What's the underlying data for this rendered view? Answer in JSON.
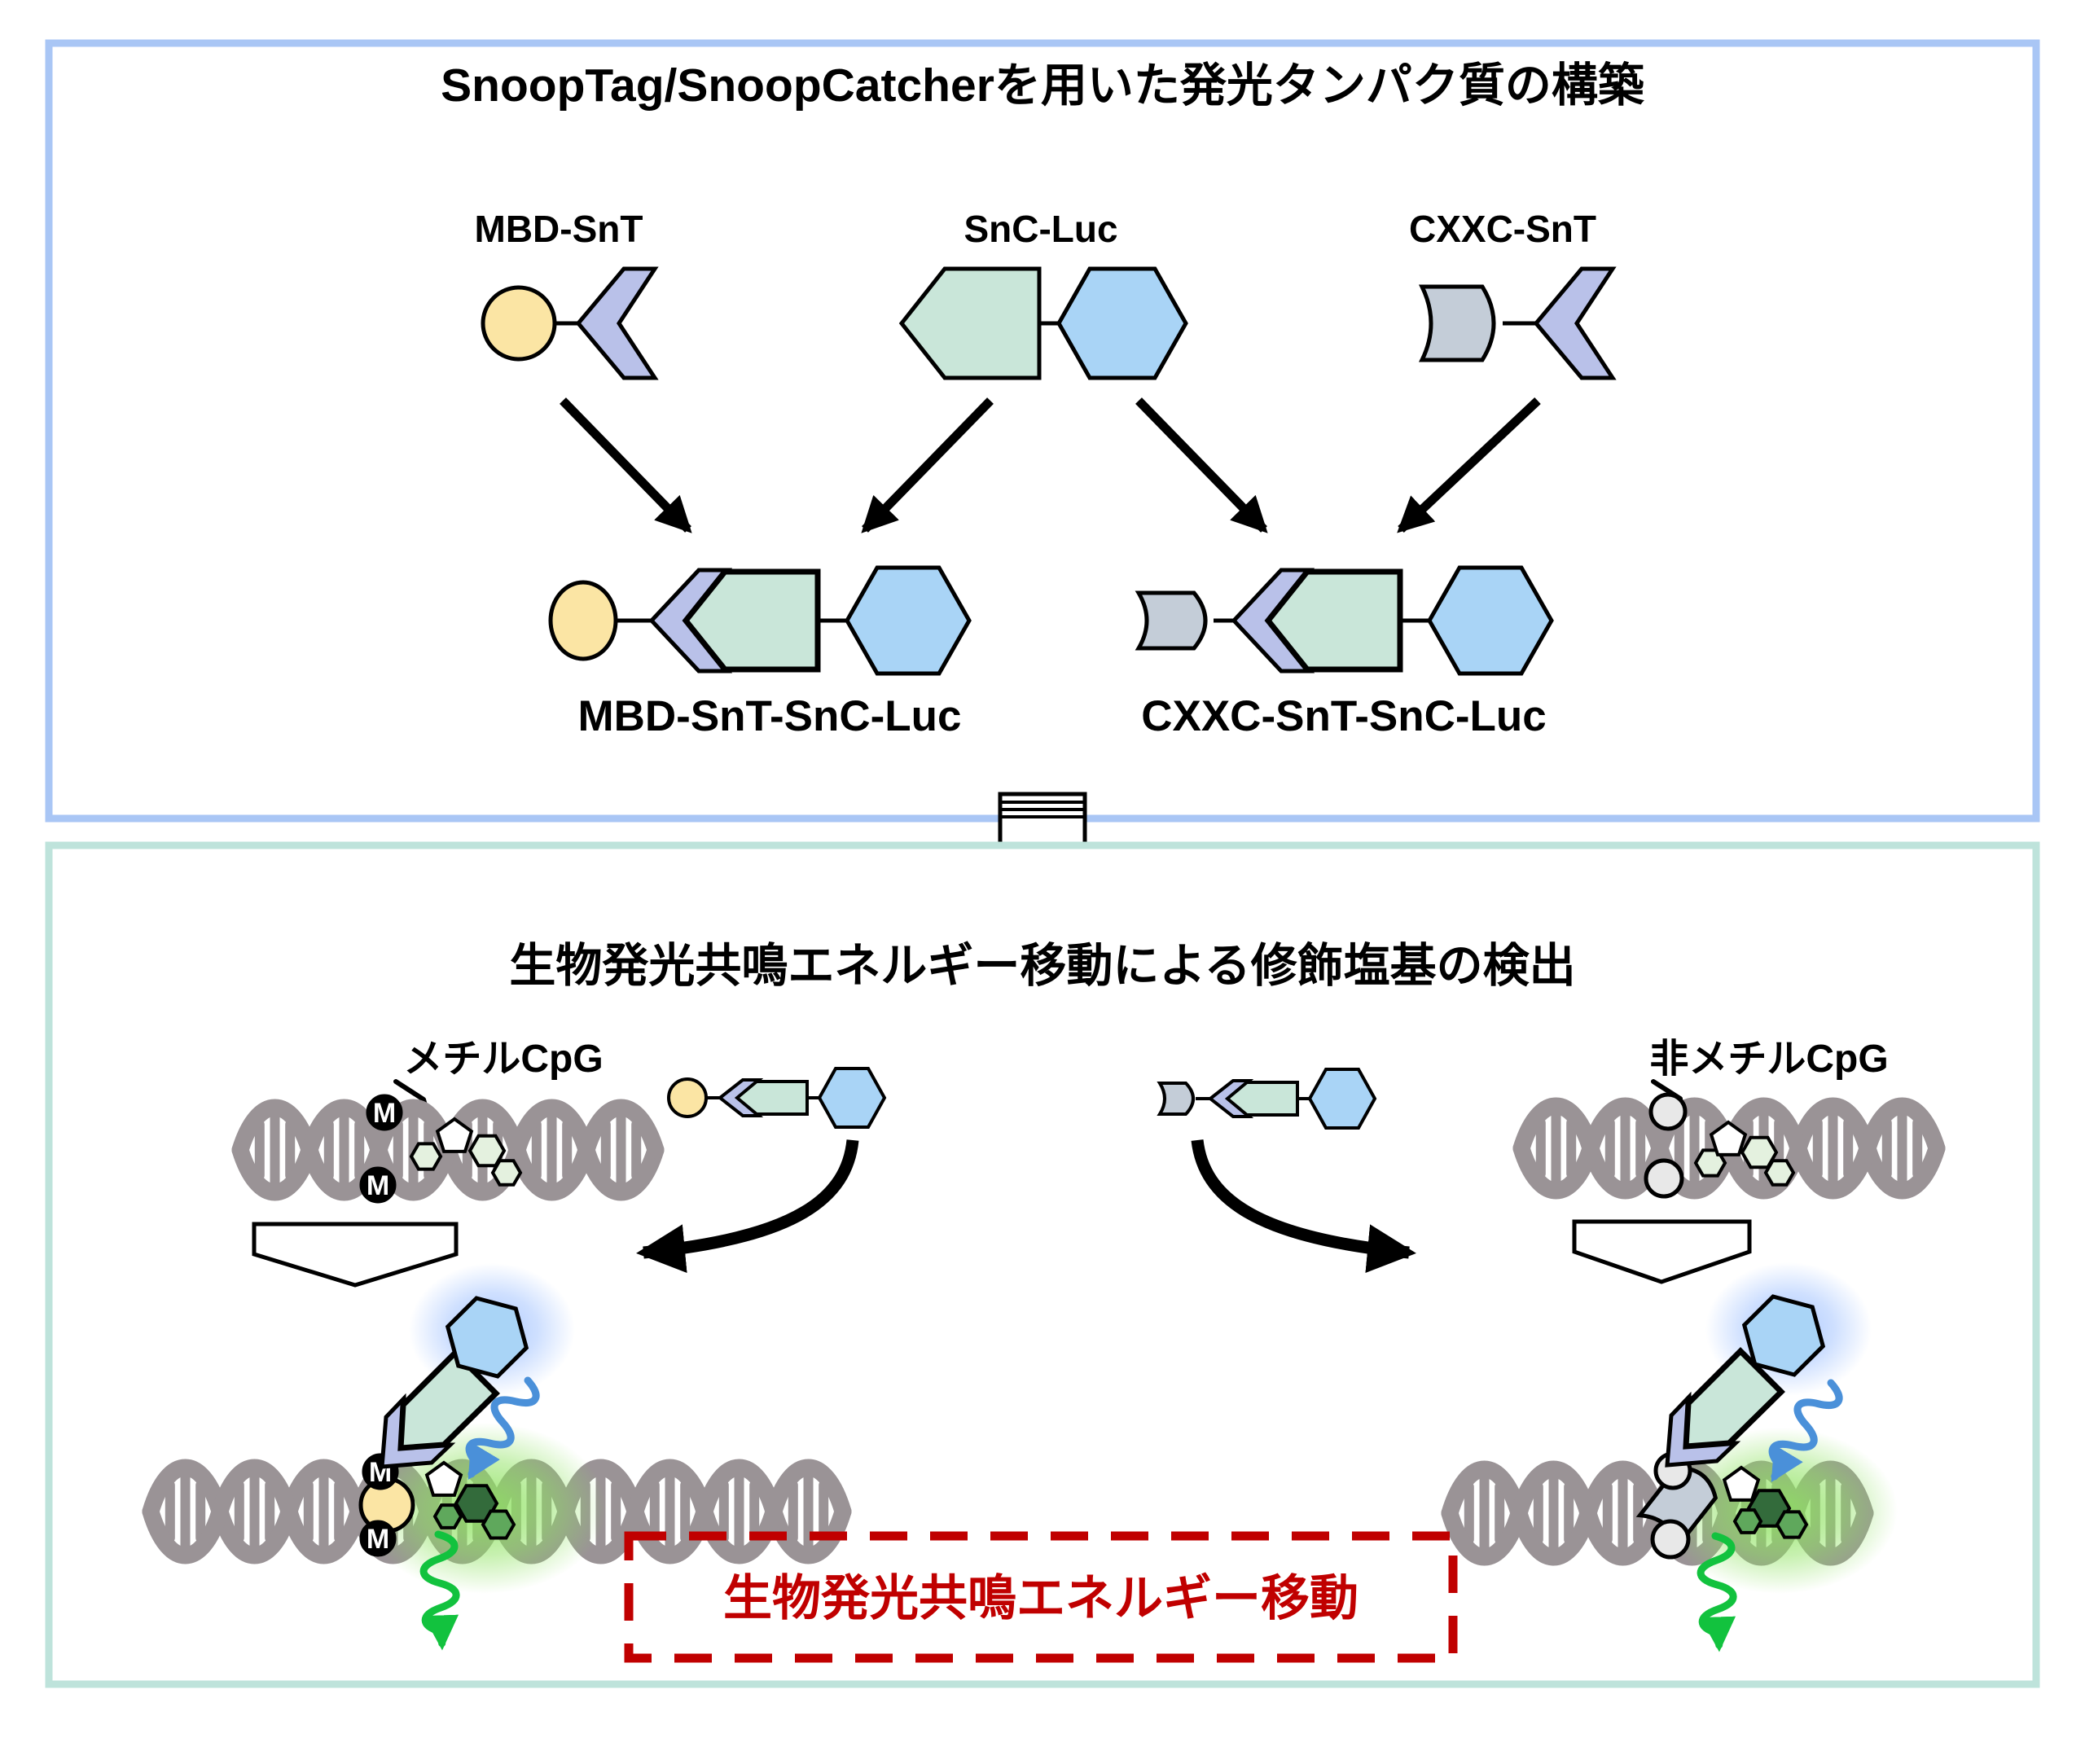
{
  "figure": {
    "construction": {
      "title": "SnoopTag/SnoopCatcherを用いた発光タンパク質の構築",
      "components": [
        {
          "label": "MBD-SnT"
        },
        {
          "label": "SnC-Luc"
        },
        {
          "label": "CXXC-SnT"
        }
      ],
      "products": [
        {
          "label": "MBD-SnT-SnC-Luc"
        },
        {
          "label": "CXXC-SnT-SnC-Luc"
        }
      ]
    },
    "detection": {
      "title": "生物発光共鳴エネルギー移動による修飾塩基の検出",
      "methyl_label": "メチルCpG",
      "unmethyl_label": "非メチルCpG",
      "methyl_mark": "M",
      "bret_label": "生物発光共鳴エネルギー移動"
    },
    "colors": {
      "panel_construction_border": "#A9C6F5",
      "panel_detection_border": "#BEE3DB",
      "mbd_yellow": "#FBE5A4",
      "snooptag_lavender": "#B9C1E9",
      "snoopcatcher_teal": "#C9E6D9",
      "luciferase_blue": "#A9D4F6",
      "cxxc_gray": "#C4CDD8",
      "dna_gray": "#9A9396",
      "emission_blue": "#4A90D9",
      "emission_green": "#12C23E",
      "bret_red": "#C00000"
    }
  }
}
